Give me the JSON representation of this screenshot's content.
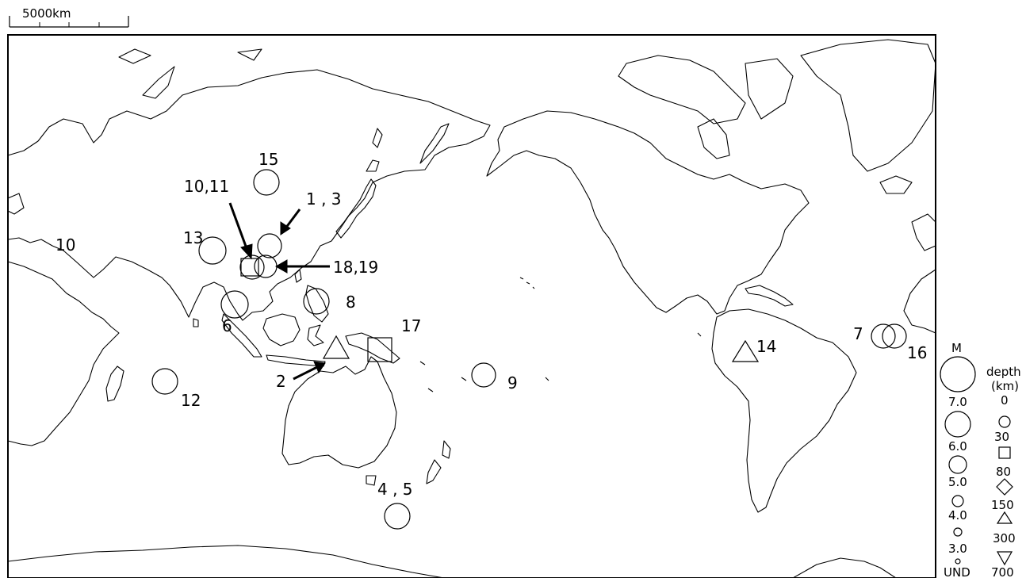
{
  "scale_bar": {
    "label": "5000km"
  },
  "event_labels": {
    "e15": "15",
    "e10_11": "10,11",
    "e1_3": "1 , 3",
    "e13": "13",
    "e10": "10",
    "e18_19": "18,19",
    "e6": "6",
    "e8": "8",
    "e17": "17",
    "e2": "2",
    "e12": "12",
    "e9": "9",
    "e4_5": "4 , 5",
    "e14": "14",
    "e7": "7",
    "e16": "16"
  },
  "legend": {
    "magnitude_title": "M",
    "magnitudes": [
      "7.0",
      "6.0",
      "5.0",
      "4.0",
      "3.0",
      "UND"
    ],
    "depth_title_1": "depth",
    "depth_title_2": "(km)",
    "depths": [
      "0",
      "30",
      "80",
      "150",
      "300",
      "700"
    ]
  }
}
